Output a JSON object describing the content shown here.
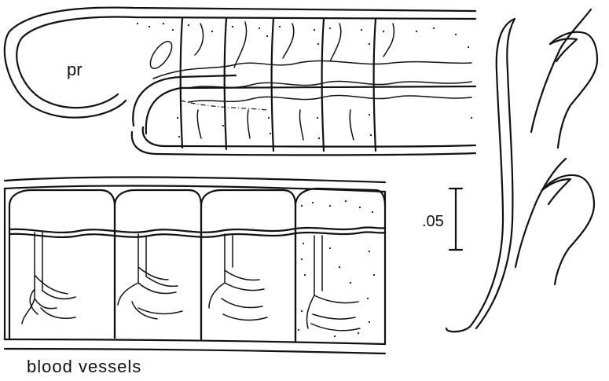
{
  "labels": {
    "prostomium": "pr",
    "blood_vessels": "blood vessels",
    "scale_value": ".05"
  },
  "panels": [
    {
      "name": "anterior-end-lateral-view"
    },
    {
      "name": "segments-with-blood-vessels"
    },
    {
      "name": "setae"
    }
  ]
}
